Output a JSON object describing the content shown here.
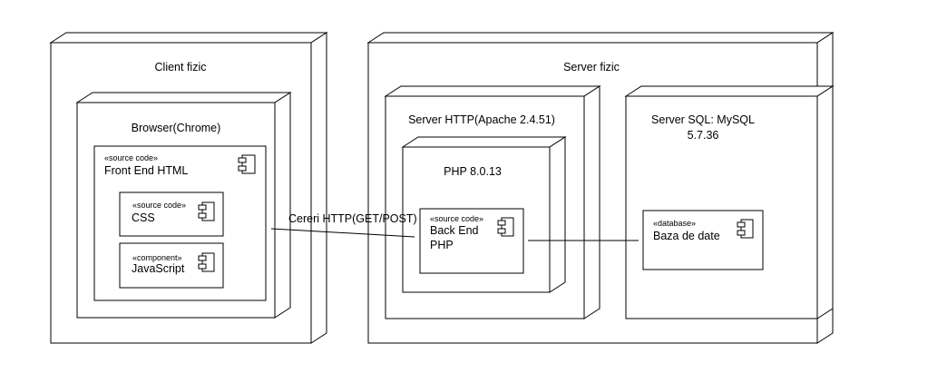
{
  "nodes": {
    "client": {
      "title": "Client fizic"
    },
    "browser": {
      "title": "Browser(Chrome)"
    },
    "server": {
      "title": "Server fizic"
    },
    "http_server": {
      "title": "Server HTTP(Apache 2.4.51)"
    },
    "php": {
      "title": "PHP 8.0.13"
    },
    "sql_server": {
      "title_line1": "Server SQL: MySQL",
      "title_line2": "5.7.36"
    }
  },
  "components": {
    "frontend": {
      "stereotype": "«source code»",
      "name": "Front End HTML"
    },
    "css": {
      "stereotype": "«source code»",
      "name": "CSS"
    },
    "javascript": {
      "stereotype": "«component»",
      "name": "JavaScript"
    },
    "backend": {
      "stereotype": "«source code»",
      "name_line1": "Back End",
      "name_line2": "PHP"
    },
    "database": {
      "stereotype": "«database»",
      "name": "Baza de date"
    }
  },
  "connectors": {
    "http_request": {
      "label": "Cereri HTTP(GET/POST)"
    }
  },
  "icons": [
    "component-icon"
  ]
}
